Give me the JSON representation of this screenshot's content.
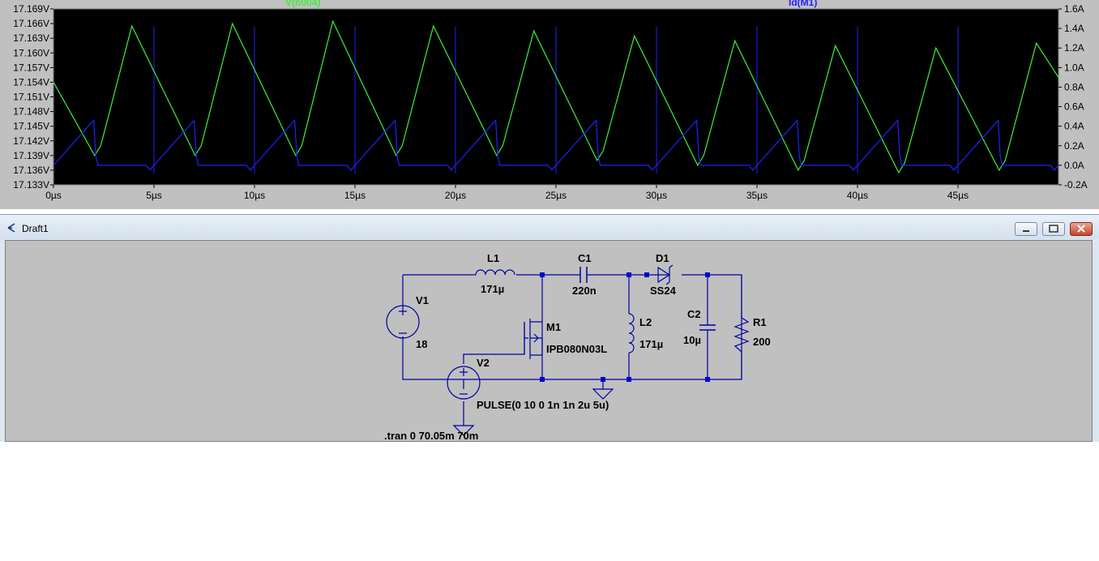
{
  "plot": {
    "traces": [
      {
        "label": "V(n004)",
        "color": "#3cf03c"
      },
      {
        "label": "Id(M1)",
        "color": "#2020ff"
      }
    ],
    "y_left_ticks": [
      "17.169V",
      "17.166V",
      "17.163V",
      "17.160V",
      "17.157V",
      "17.154V",
      "17.151V",
      "17.148V",
      "17.145V",
      "17.142V",
      "17.139V",
      "17.136V",
      "17.133V"
    ],
    "y_right_ticks": [
      "1.6A",
      "1.4A",
      "1.2A",
      "1.0A",
      "0.8A",
      "0.6A",
      "0.4A",
      "0.2A",
      "0.0A",
      "-0.2A"
    ],
    "x_ticks": [
      "0µs",
      "5µs",
      "10µs",
      "15µs",
      "20µs",
      "25µs",
      "30µs",
      "35µs",
      "40µs",
      "45µs"
    ]
  },
  "chart_data": {
    "type": "line",
    "x_unit": "µs",
    "xlim": [
      0,
      50
    ],
    "y_left_range_V": [
      17.133,
      17.169
    ],
    "y_right_range_A": [
      -0.2,
      1.6
    ],
    "series": [
      {
        "name": "V(n004)",
        "axis": "left",
        "x": [
          0,
          2.05,
          2.35,
          3.9,
          7.05,
          7.35,
          8.9,
          12.05,
          12.35,
          13.9,
          17.05,
          17.35,
          18.9,
          22.05,
          22.35,
          23.9,
          27.05,
          27.35,
          28.9,
          32.05,
          32.35,
          33.9,
          37.05,
          37.35,
          38.9,
          42.05,
          42.35,
          43.9,
          47.05,
          47.35,
          48.9,
          50
        ],
        "y": [
          17.154,
          17.139,
          17.141,
          17.1655,
          17.139,
          17.141,
          17.166,
          17.139,
          17.141,
          17.1665,
          17.139,
          17.141,
          17.1655,
          17.139,
          17.141,
          17.1645,
          17.138,
          17.14,
          17.1635,
          17.137,
          17.139,
          17.1625,
          17.136,
          17.138,
          17.1615,
          17.1355,
          17.1375,
          17.161,
          17.136,
          17.138,
          17.162,
          17.155
        ]
      },
      {
        "name": "Id(M1)",
        "axis": "right",
        "x": [
          0,
          2.0,
          2.1,
          2.2,
          4.6,
          4.8,
          5.0,
          7.0,
          7.1,
          7.2,
          9.6,
          9.8,
          10.0,
          12.0,
          12.1,
          12.2,
          14.6,
          14.8,
          15.0,
          17.0,
          17.1,
          17.2,
          19.6,
          19.8,
          20.0,
          22.0,
          22.1,
          22.2,
          24.6,
          24.8,
          25.0,
          27.0,
          27.1,
          27.2,
          29.6,
          29.8,
          30.0,
          32.0,
          32.1,
          32.2,
          34.6,
          34.8,
          35.0,
          37.0,
          37.1,
          37.2,
          39.6,
          39.8,
          40.0,
          42.0,
          42.1,
          42.2,
          44.6,
          44.8,
          45.0,
          47.0,
          47.1,
          47.2,
          49.6,
          49.8,
          50.0
        ],
        "y": [
          0,
          0.46,
          0.1,
          0.0,
          0.0,
          -0.05,
          0,
          0.46,
          0.1,
          0.0,
          0.0,
          -0.05,
          0,
          0.46,
          0.1,
          0.0,
          0.0,
          -0.05,
          0,
          0.46,
          0.1,
          0.0,
          0.0,
          -0.05,
          0,
          0.46,
          0.1,
          0.0,
          0.0,
          -0.05,
          0,
          0.46,
          0.1,
          0.0,
          0.0,
          -0.05,
          0,
          0.46,
          0.1,
          0.0,
          0.0,
          -0.05,
          0,
          0.46,
          0.1,
          0.0,
          0.0,
          -0.05,
          0,
          0.46,
          0.1,
          0.0,
          0.0,
          -0.05,
          0,
          0.46,
          0.1,
          0.0,
          0.0,
          -0.05,
          0
        ]
      }
    ],
    "grid": false,
    "legend": "top"
  },
  "window": {
    "title": "Draft1"
  },
  "schematic": {
    "V1": {
      "name": "V1",
      "value": "18"
    },
    "V2": {
      "name": "V2",
      "value": "PULSE(0 10 0 1n 1n 2u 5u)"
    },
    "L1": {
      "name": "L1",
      "value": "171µ"
    },
    "C1": {
      "name": "C1",
      "value": "220n"
    },
    "D1": {
      "name": "D1",
      "value": "SS24"
    },
    "M1": {
      "name": "M1",
      "value": "IPB080N03L"
    },
    "L2": {
      "name": "L2",
      "value": "171µ"
    },
    "C2": {
      "name": "C2",
      "value": "10µ"
    },
    "R1": {
      "name": "R1",
      "value": "200"
    },
    "directive": ".tran 0 70.05m 70m"
  }
}
